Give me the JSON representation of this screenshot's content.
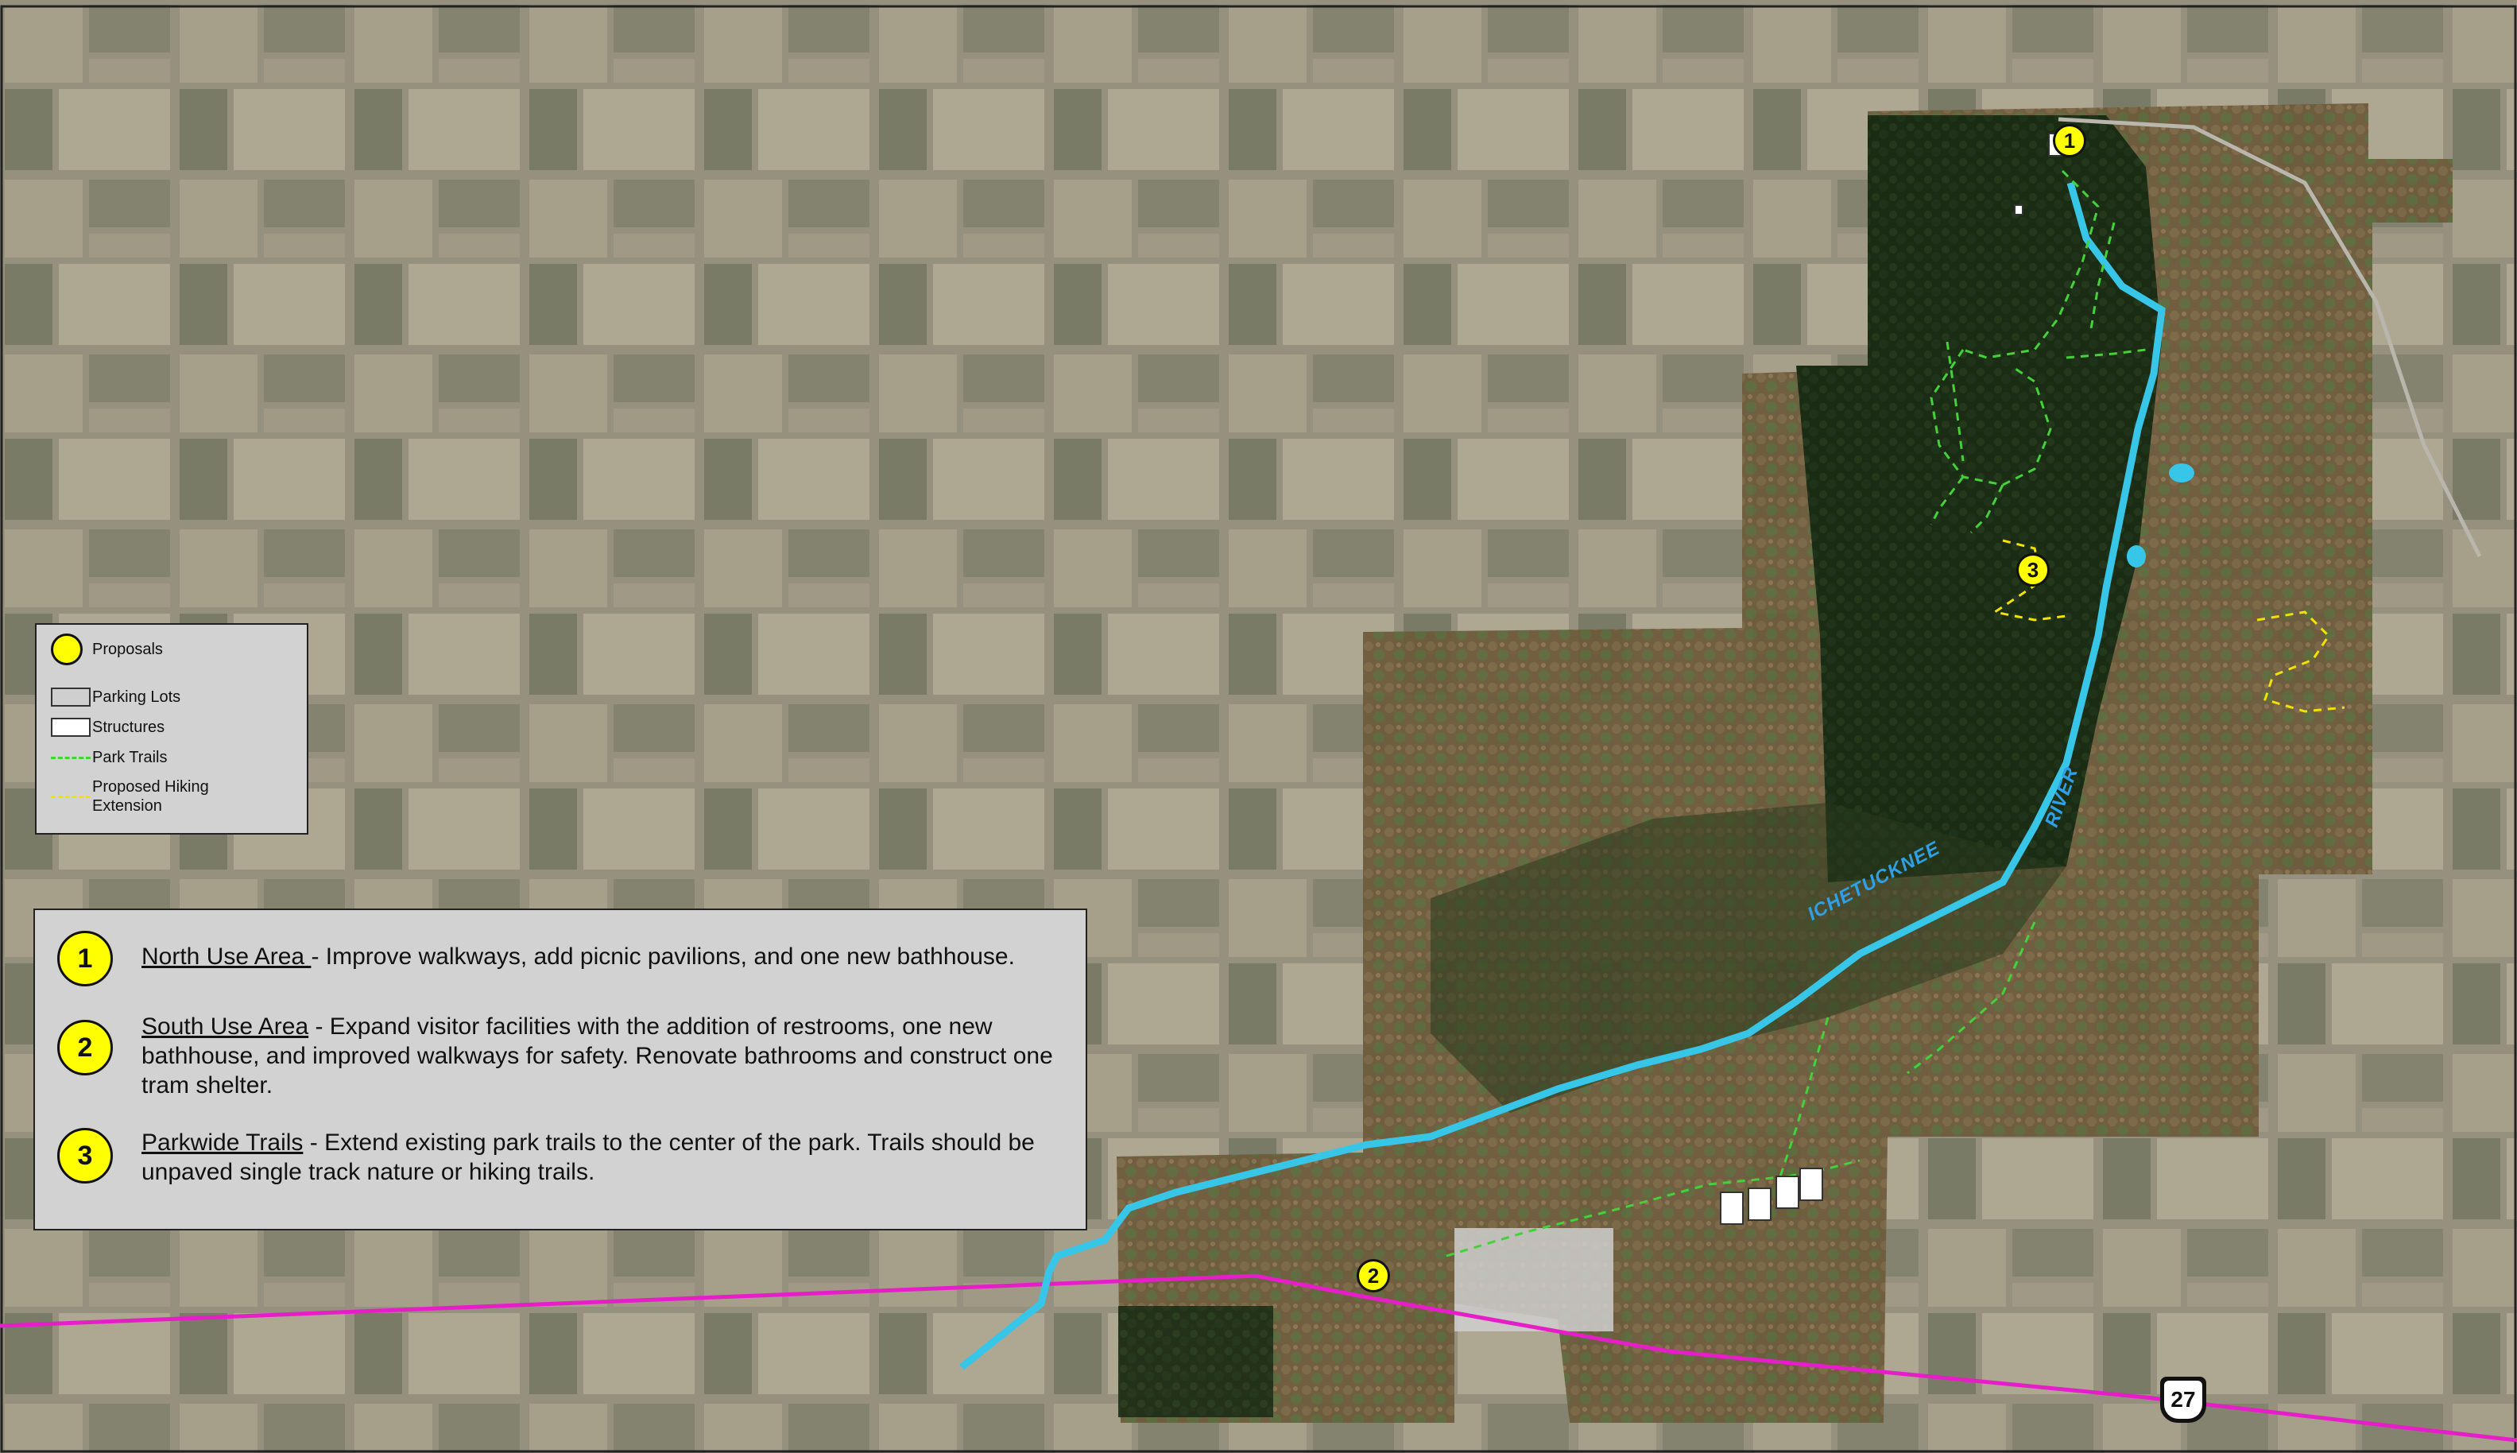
{
  "legend": {
    "items": [
      {
        "label": "Proposals",
        "symbol": "yellow-circle",
        "color": "#ffff00"
      },
      {
        "label": "Parking Lots",
        "symbol": "gray-rect",
        "color": "#cfcfcf"
      },
      {
        "label": "Structures",
        "symbol": "white-rect",
        "color": "#ffffff"
      },
      {
        "label": "Park Trails",
        "symbol": "green-dashed-line",
        "color": "#44d13a"
      },
      {
        "label": "Proposed Hiking\nExtension",
        "symbol": "yellow-dashed-line",
        "color": "#f2e200"
      }
    ]
  },
  "proposals": [
    {
      "number": "1",
      "title": "North Use Area ",
      "description": "- Improve walkways, add picnic pavilions, and one new bathhouse."
    },
    {
      "number": "2",
      "title": "South Use Area",
      "description": " - Expand visitor facilities with the addition of restrooms, one new bathhouse, and improved walkways for safety. Renovate bathrooms and construct one tram shelter."
    },
    {
      "number": "3",
      "title": "Parkwide Trails",
      "description": " - Extend existing park trails to the center of the park. Trails should be unpaved single track nature or hiking trails."
    }
  ],
  "markers": [
    {
      "number": "1",
      "area": "north-use-area"
    },
    {
      "number": "2",
      "area": "south-use-area"
    },
    {
      "number": "3",
      "area": "parkwide-trails"
    }
  ],
  "labels": {
    "river_left": "ICHETUCKNEE",
    "river_right": "RIVER",
    "highway_shield": "27"
  },
  "colors": {
    "river": "#37c6e8",
    "park_trails": "#44d13a",
    "proposed_trails": "#f2e200",
    "highway": "#e61ec8",
    "marker": "#ffff00"
  }
}
